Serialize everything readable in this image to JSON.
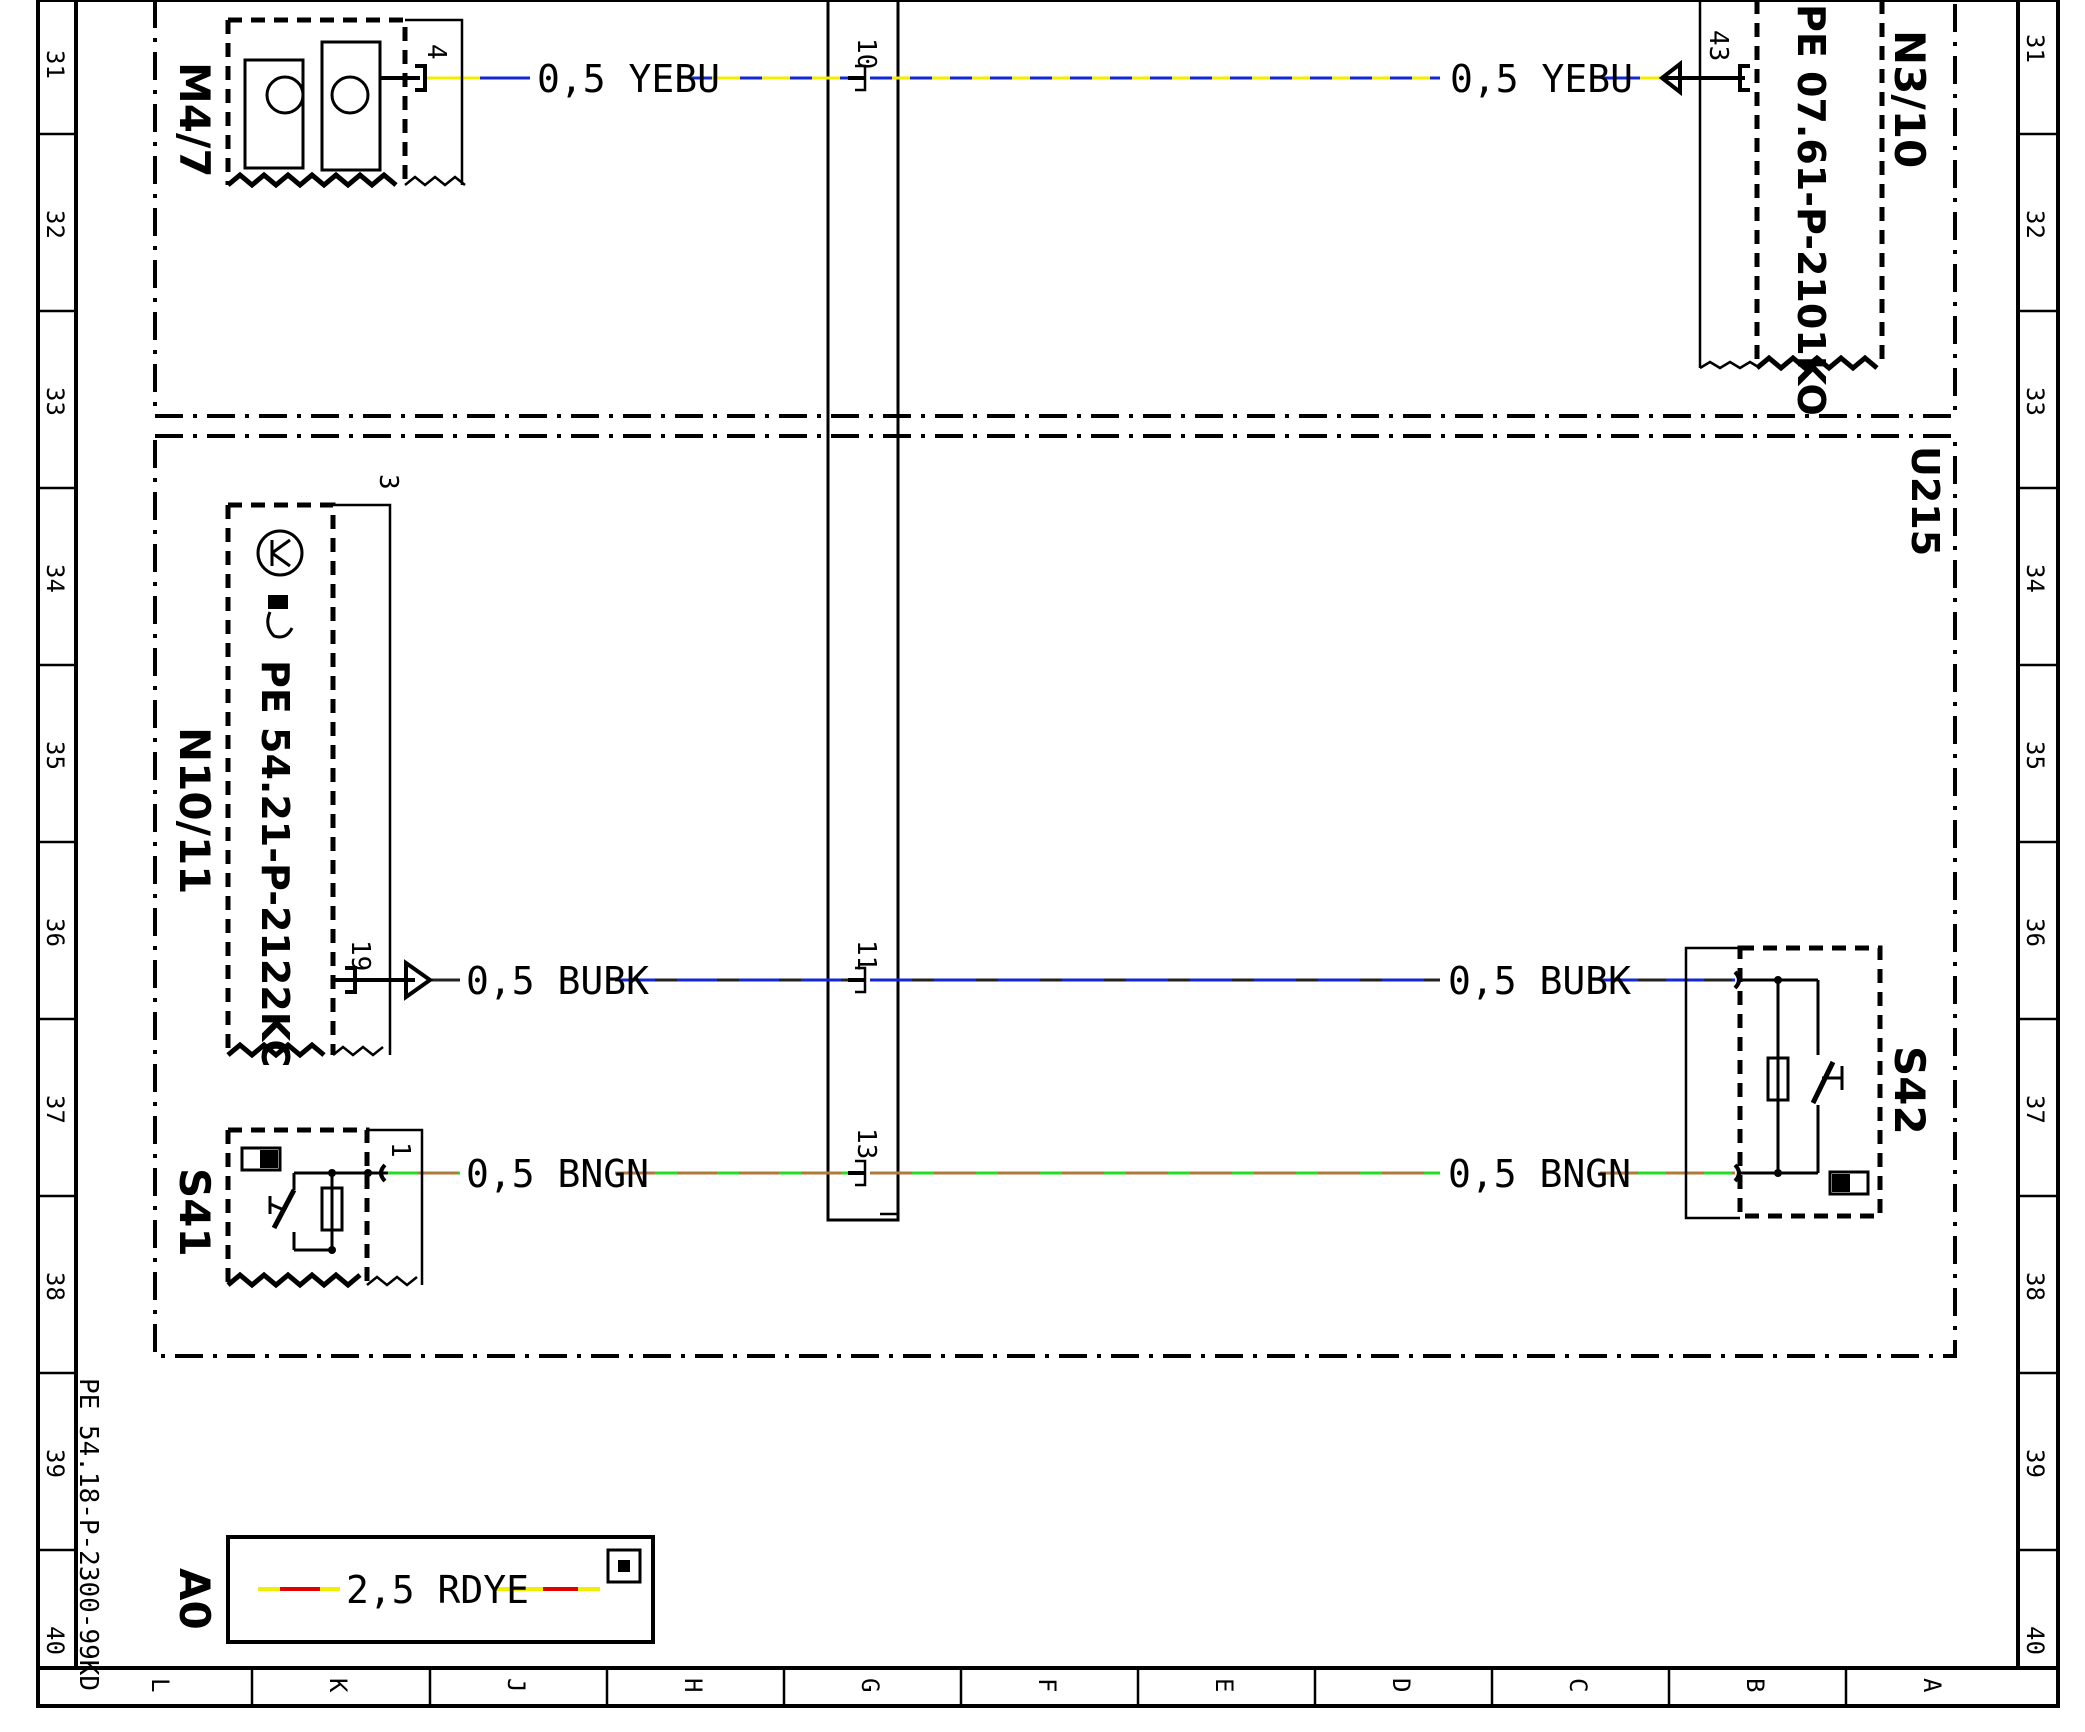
{
  "row_numbers": [
    "31",
    "32",
    "33",
    "34",
    "35",
    "36",
    "37",
    "38",
    "39",
    "40"
  ],
  "column_letters": [
    "L",
    "K",
    "J",
    "H",
    "G",
    "F",
    "E",
    "D",
    "C",
    "B",
    "A"
  ],
  "document_ref": "PE 54.18-P-2300-99KD",
  "components": {
    "m4_7": "M4/7",
    "n3_10": "N3/10",
    "n3_10_ref": "PE 07.61-P-2101KO",
    "u215": "U215",
    "n10_11": "N10/11",
    "n10_11_ref": "PE 54.21-P-2122KC",
    "s41": "S41",
    "s42": "S42",
    "a0": "A0"
  },
  "pins": {
    "m4_7_pin": "4",
    "conn_10": "10",
    "n3_10_pin": "43",
    "n10_11_shield": "3",
    "n10_11_pin": "19",
    "conn_11": "11",
    "s41_pin": "1",
    "conn_13": "13"
  },
  "wires": {
    "yebu_left": "0,5 YEBU",
    "yebu_right": "0,5 YEBU",
    "bubk_left": "0,5 BUBK",
    "bubk_right": "0,5 BUBK",
    "bngn_left": "0,5 BNGN",
    "bngn_right": "0,5 BNGN",
    "rdye": "2,5 RDYE"
  },
  "colors": {
    "yellow": "#f2ee00",
    "blue": "#1327d6",
    "black": "#222222",
    "green": "#22dd22",
    "brown": "#b07a3a",
    "red": "#e00000"
  }
}
